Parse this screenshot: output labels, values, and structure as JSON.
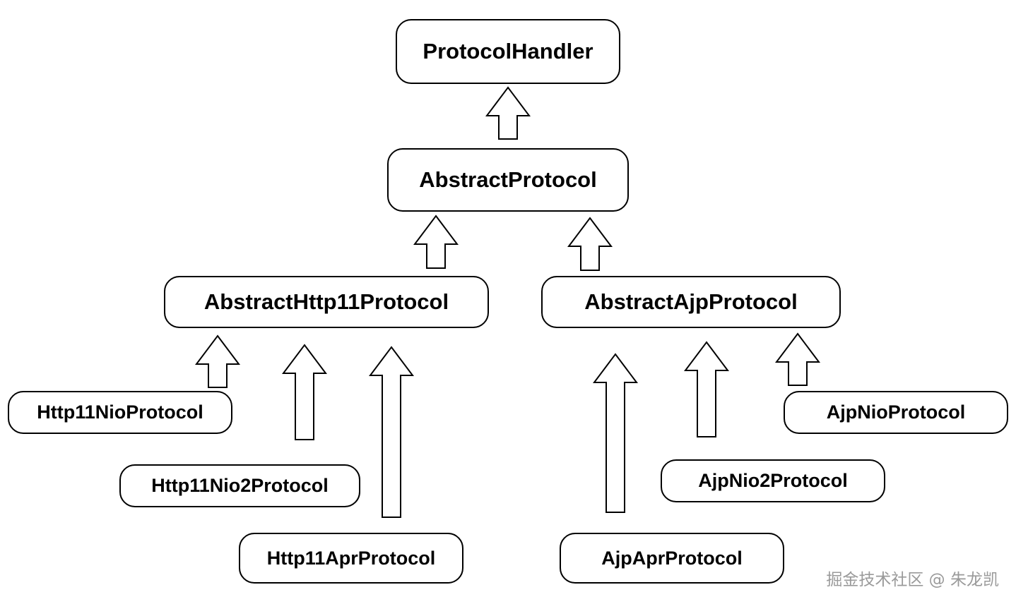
{
  "nodes": {
    "protocol_handler": "ProtocolHandler",
    "abstract_protocol": "AbstractProtocol",
    "abstract_http11_protocol": "AbstractHttp11Protocol",
    "abstract_ajp_protocol": "AbstractAjpProtocol",
    "http11_nio_protocol": "Http11NioProtocol",
    "http11_nio2_protocol": "Http11Nio2Protocol",
    "http11_apr_protocol": "Http11AprProtocol",
    "ajp_apr_protocol": "AjpAprProtocol",
    "ajp_nio2_protocol": "AjpNio2Protocol",
    "ajp_nio_protocol": "AjpNioProtocol"
  },
  "edges": [
    {
      "from": "abstract_protocol",
      "to": "protocol_handler"
    },
    {
      "from": "abstract_http11_protocol",
      "to": "abstract_protocol"
    },
    {
      "from": "abstract_ajp_protocol",
      "to": "abstract_protocol"
    },
    {
      "from": "http11_nio_protocol",
      "to": "abstract_http11_protocol"
    },
    {
      "from": "http11_nio2_protocol",
      "to": "abstract_http11_protocol"
    },
    {
      "from": "http11_apr_protocol",
      "to": "abstract_http11_protocol"
    },
    {
      "from": "ajp_apr_protocol",
      "to": "abstract_ajp_protocol"
    },
    {
      "from": "ajp_nio2_protocol",
      "to": "abstract_ajp_protocol"
    },
    {
      "from": "ajp_nio_protocol",
      "to": "abstract_ajp_protocol"
    }
  ],
  "watermark": "掘金技术社区 @ 朱龙凯"
}
